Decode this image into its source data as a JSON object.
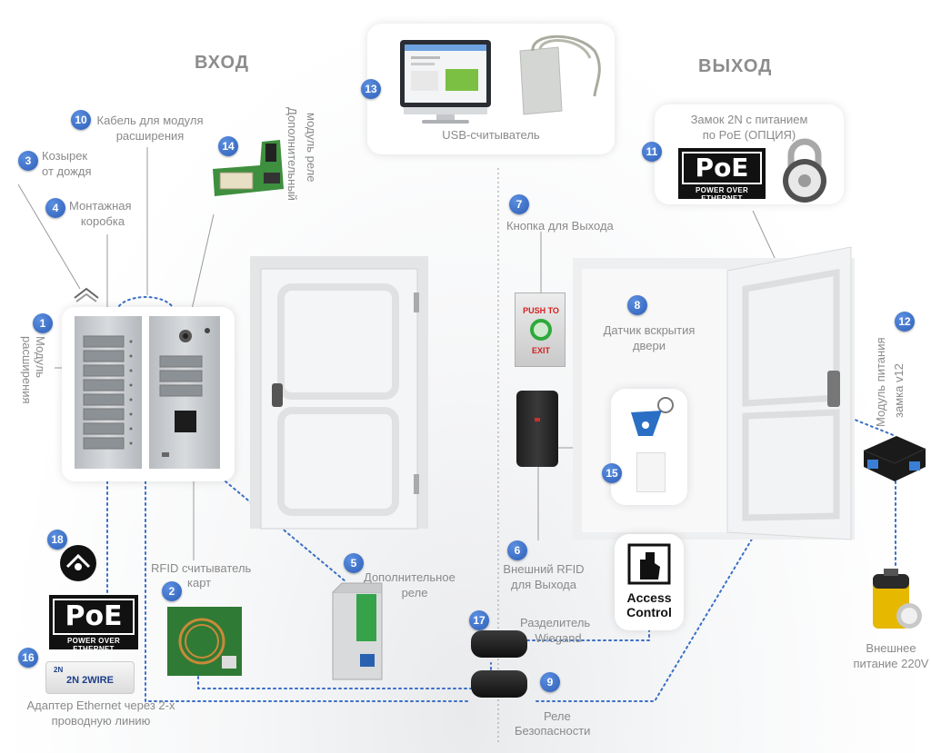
{
  "titles": {
    "entry": "ВХОД",
    "exit": "ВЫХОД"
  },
  "items": [
    {
      "n": "1",
      "label": "Модуль расширения"
    },
    {
      "n": "2",
      "label": "RFID считыватель карт"
    },
    {
      "n": "3",
      "label": "Козырек от дождя"
    },
    {
      "n": "4",
      "label": "Монтажная коробка"
    },
    {
      "n": "5",
      "label": "Дополнительное реле"
    },
    {
      "n": "6",
      "label": "Внешний RFID для Выхода"
    },
    {
      "n": "7",
      "label": "Кнопка для Выхода"
    },
    {
      "n": "8",
      "label": "Датчик вскрытия двери"
    },
    {
      "n": "9",
      "label": "Реле Безопасности"
    },
    {
      "n": "10",
      "label": "Кабель для модуля расширения"
    },
    {
      "n": "11",
      "label": "Замок 2N с питанием по PoE (ОПЦИЯ)"
    },
    {
      "n": "12",
      "label": "Модуль питания замка v12"
    },
    {
      "n": "13",
      "label": "USB-считыватель"
    },
    {
      "n": "14",
      "label": "Дополнительный модуль реле"
    },
    {
      "n": "15",
      "label": ""
    },
    {
      "n": "16",
      "label": "Адаптер Ethernet через 2-х проводную линию"
    },
    {
      "n": "17",
      "label": "Разделитель Wiegand"
    },
    {
      "n": "18",
      "label": ""
    }
  ],
  "labels_split": {
    "l1a": "Модуль",
    "l1b": "расширения",
    "l2a": "RFID считыватель",
    "l2b": "карт",
    "l3a": "Козырек",
    "l3b": "от дождя",
    "l4a": "Монтажная",
    "l4b": "коробка",
    "l5a": "Дополнительное",
    "l5b": "реле",
    "l6a": "Внешний RFID",
    "l6b": "для Выхода",
    "l7a": "Кнопка для Выхода",
    "l8a": "Датчик вскрытия",
    "l8b": "двери",
    "l9a": "Реле",
    "l9b": "Безопасности",
    "l10a": "Кабель для модуля",
    "l10b": "расширения",
    "l11a": "Замок 2N с питанием",
    "l11b": "по PoE (ОПЦИЯ)",
    "l12a": "Модуль питания",
    "l12b": "замка v12",
    "l13a": "USB-считыватель",
    "l14a": "Дополнительный",
    "l14b": "модуль реле",
    "l16a": "Адаптер Ethernet через 2-х",
    "l16b": "проводную линию",
    "l17a": "Разделитель",
    "l17b": "Wiegand",
    "power_a": "Внешнее",
    "power_b": "питание 220V"
  },
  "poe": {
    "big": "PoE",
    "small": "POWER OVER ETHERNET"
  },
  "exit_button": {
    "top": "PUSH TO",
    "bottom": "EXIT"
  },
  "access_control": {
    "line1": "Access",
    "line2": "Control"
  },
  "adapter": {
    "brand": "2N",
    "name": "2N 2WIRE"
  },
  "colors": {
    "badge": "#2e5fb8",
    "wire": "#3a6fc8",
    "text": "#8a8a8a",
    "fob": "#2a6fc4"
  }
}
